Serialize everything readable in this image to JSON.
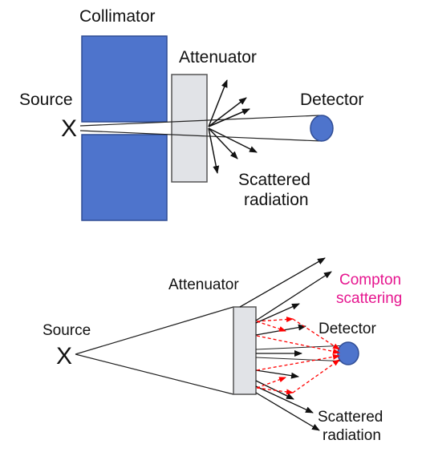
{
  "colors": {
    "collimator_fill": "#4e74cc",
    "collimator_stroke": "#2f4c94",
    "attenuator_fill": "#e1e3e7",
    "attenuator_stroke": "#555555",
    "detector_fill": "#4e74cc",
    "arrow": "#111111",
    "compton_arrow": "#ff0000",
    "compton_label": "#e6168f"
  },
  "top_diagram": {
    "collimator_label": "Collimator",
    "attenuator_label": "Attenuator",
    "source_label": "Source",
    "source_marker": "X",
    "detector_label": "Detector",
    "scattered_line1": "Scattered",
    "scattered_line2": "radiation"
  },
  "bottom_diagram": {
    "attenuator_label": "Attenuator",
    "source_label": "Source",
    "source_marker": "X",
    "detector_label": "Detector",
    "compton_line1": "Compton",
    "compton_line2": "scattering",
    "scattered_line1": "Scattered",
    "scattered_line2": "radiation"
  }
}
